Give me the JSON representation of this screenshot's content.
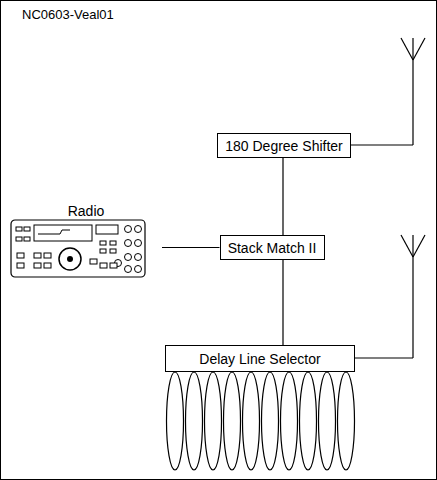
{
  "diagram": {
    "nodes": [
      {
        "text": [
          "180 Degree Shifter"
        ]
      },
      {
        "text": [
          "Radio"
        ]
      },
      {
        "text": [
          "Stack Match II"
        ]
      },
      {
        "text": [
          "Delay Line Selector"
        ]
      }
    ],
    "edges": [
      {
        "from": 0,
        "to": 2,
        "arrow": "none"
      },
      {
        "from": 1,
        "to": 2,
        "arrow": "none"
      },
      {
        "from": 2,
        "to": 3,
        "arrow": "none"
      }
    ],
    "labels": [
      "NC0603-Veal01"
    ]
  }
}
